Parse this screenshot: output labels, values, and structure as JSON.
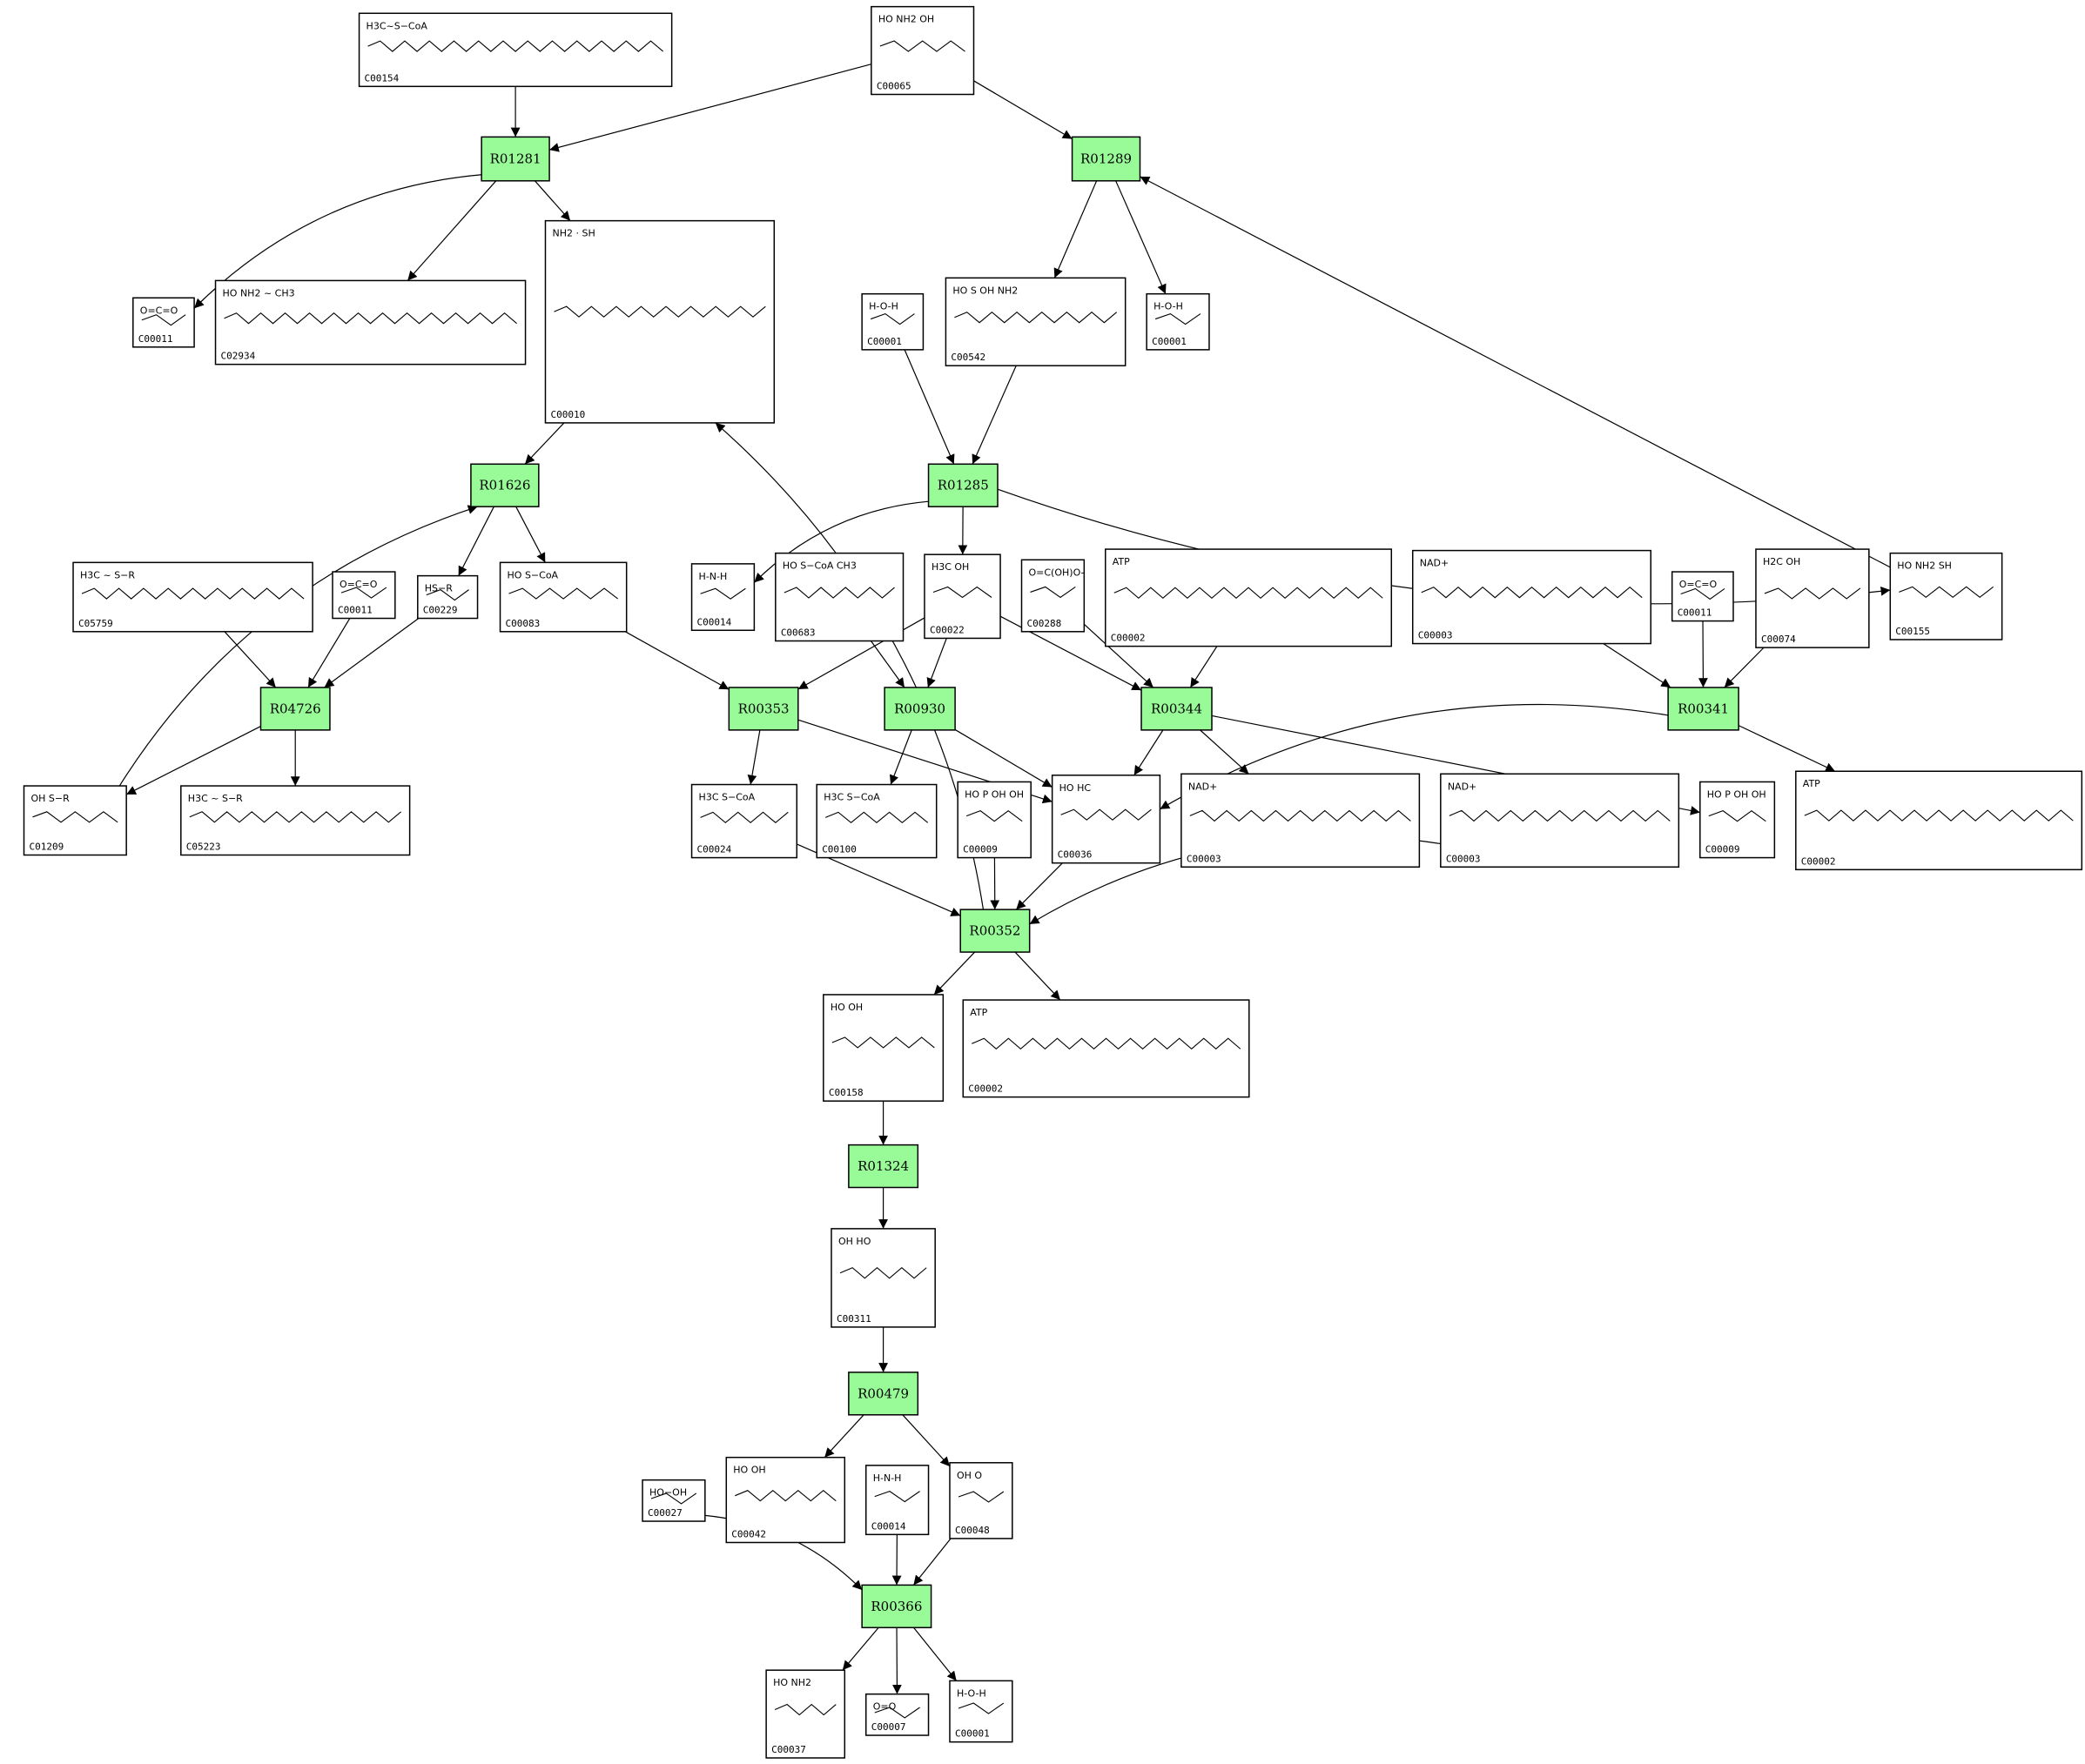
{
  "compounds": [
    {
      "key": "n_c00154",
      "id": "C00154",
      "label": "H3C~S−CoA"
    },
    {
      "key": "n_c00065",
      "id": "C00065",
      "label": "HO NH2 OH"
    },
    {
      "key": "n_c00011_a",
      "id": "C00011",
      "label": "O=C=O"
    },
    {
      "key": "n_c02934",
      "id": "C02934",
      "label": "HO NH2 ~ CH3"
    },
    {
      "key": "n_c00010",
      "id": "C00010",
      "label": "NH2 · SH"
    },
    {
      "key": "n_c00001_a",
      "id": "C00001",
      "label": "H-O-H"
    },
    {
      "key": "n_c00542",
      "id": "C00542",
      "label": "HO S OH NH2"
    },
    {
      "key": "n_c00001_b",
      "id": "C00001",
      "label": "H-O-H"
    },
    {
      "key": "n_c05759",
      "id": "C05759",
      "label": "H3C ~ S−R"
    },
    {
      "key": "n_c00011_b",
      "id": "C00011",
      "label": "O=C=O"
    },
    {
      "key": "n_c00229",
      "id": "C00229",
      "label": "HS−R"
    },
    {
      "key": "n_c00083",
      "id": "C00083",
      "label": "HO S−CoA"
    },
    {
      "key": "n_c00014_a",
      "id": "C00014",
      "label": "H-N-H"
    },
    {
      "key": "n_c00683",
      "id": "C00683",
      "label": "HO S−CoA CH3"
    },
    {
      "key": "n_c00022",
      "id": "C00022",
      "label": "H3C OH"
    },
    {
      "key": "n_c00288",
      "id": "C00288",
      "label": "O=C(OH)O-"
    },
    {
      "key": "n_c00002_a",
      "id": "C00002",
      "label": "ATP"
    },
    {
      "key": "n_c00003_a",
      "id": "C00003",
      "label": "NAD+"
    },
    {
      "key": "n_c00011_c",
      "id": "C00011",
      "label": "O=C=O"
    },
    {
      "key": "n_c00074",
      "id": "C00074",
      "label": "H2C OH"
    },
    {
      "key": "n_c00155",
      "id": "C00155",
      "label": "HO NH2 SH"
    },
    {
      "key": "n_c01209",
      "id": "C01209",
      "label": "OH S−R"
    },
    {
      "key": "n_c05223",
      "id": "C05223",
      "label": "H3C ~ S−R"
    },
    {
      "key": "n_c00024",
      "id": "C00024",
      "label": "H3C S−CoA"
    },
    {
      "key": "n_c00100",
      "id": "C00100",
      "label": "H3C S−CoA"
    },
    {
      "key": "n_c00009_a",
      "id": "C00009",
      "label": "HO P OH OH"
    },
    {
      "key": "n_c00036",
      "id": "C00036",
      "label": "HO HC"
    },
    {
      "key": "n_c00003_b",
      "id": "C00003",
      "label": "NAD+"
    },
    {
      "key": "n_c00003_c",
      "id": "C00003",
      "label": "NAD+"
    },
    {
      "key": "n_c00009_b",
      "id": "C00009",
      "label": "HO P OH OH"
    },
    {
      "key": "n_c00002_b",
      "id": "C00002",
      "label": "ATP"
    },
    {
      "key": "n_c00158",
      "id": "C00158",
      "label": "HO OH"
    },
    {
      "key": "n_c00002_c",
      "id": "C00002",
      "label": "ATP"
    },
    {
      "key": "n_c00311",
      "id": "C00311",
      "label": "OH HO"
    },
    {
      "key": "n_c00027",
      "id": "C00027",
      "label": "HO−OH"
    },
    {
      "key": "n_c00042",
      "id": "C00042",
      "label": "HO OH"
    },
    {
      "key": "n_c00014_b",
      "id": "C00014",
      "label": "H-N-H"
    },
    {
      "key": "n_c00048",
      "id": "C00048",
      "label": "OH O"
    },
    {
      "key": "n_c00037",
      "id": "C00037",
      "label": "HO NH2"
    },
    {
      "key": "n_c00007",
      "id": "C00007",
      "label": "O=O"
    },
    {
      "key": "n_c00001_c",
      "id": "C00001",
      "label": "H-O-H"
    }
  ],
  "reactions": [
    {
      "key": "r_r01281",
      "id": "R01281"
    },
    {
      "key": "r_r01289",
      "id": "R01289"
    },
    {
      "key": "r_r01626",
      "id": "R01626"
    },
    {
      "key": "r_r01285",
      "id": "R01285"
    },
    {
      "key": "r_r04726",
      "id": "R04726"
    },
    {
      "key": "r_r00353",
      "id": "R00353"
    },
    {
      "key": "r_r00930",
      "id": "R00930"
    },
    {
      "key": "r_r00344",
      "id": "R00344"
    },
    {
      "key": "r_r00341",
      "id": "R00341"
    },
    {
      "key": "r_r00352",
      "id": "R00352"
    },
    {
      "key": "r_r01324",
      "id": "R01324"
    },
    {
      "key": "r_r00479",
      "id": "R00479"
    },
    {
      "key": "r_r00366",
      "id": "R00366"
    }
  ],
  "edges": [
    [
      "n_c00154",
      "r_r01281"
    ],
    [
      "n_c00065",
      "r_r01281"
    ],
    [
      "r_r01281",
      "n_c00011_a"
    ],
    [
      "r_r01281",
      "n_c02934"
    ],
    [
      "r_r01281",
      "n_c00010"
    ],
    [
      "n_c00065",
      "r_r01289"
    ],
    [
      "r_r01289",
      "n_c00542"
    ],
    [
      "r_r01289",
      "n_c00001_b"
    ],
    [
      "n_c00155",
      "r_r01289"
    ],
    [
      "n_c00001_a",
      "r_r01285"
    ],
    [
      "n_c00542",
      "r_r01285"
    ],
    [
      "r_r01285",
      "n_c00014_a"
    ],
    [
      "r_r01285",
      "n_c00022"
    ],
    [
      "r_r01285",
      "n_c00155"
    ],
    [
      "n_c00010",
      "r_r01626"
    ],
    [
      "n_c01209",
      "r_r01626"
    ],
    [
      "r_r01626",
      "n_c00229"
    ],
    [
      "r_r01626",
      "n_c00083"
    ],
    [
      "n_c05759",
      "r_r04726"
    ],
    [
      "n_c00011_b",
      "r_r04726"
    ],
    [
      "n_c00229",
      "r_r04726"
    ],
    [
      "r_r04726",
      "n_c01209"
    ],
    [
      "r_r04726",
      "n_c05223"
    ],
    [
      "n_c00083",
      "r_r00353"
    ],
    [
      "n_c00022",
      "r_r00353"
    ],
    [
      "r_r00353",
      "n_c00024"
    ],
    [
      "r_r00353",
      "n_c00036"
    ],
    [
      "n_c00683",
      "r_r00930"
    ],
    [
      "n_c00022",
      "r_r00930"
    ],
    [
      "r_r00930",
      "n_c00100"
    ],
    [
      "r_r00930",
      "n_c00036"
    ],
    [
      "n_c00022",
      "r_r00344"
    ],
    [
      "n_c00288",
      "r_r00344"
    ],
    [
      "n_c00002_a",
      "r_r00344"
    ],
    [
      "r_r00344",
      "n_c00036"
    ],
    [
      "r_r00344",
      "n_c00003_b"
    ],
    [
      "r_r00344",
      "n_c00009_b"
    ],
    [
      "n_c00003_a",
      "r_r00341"
    ],
    [
      "n_c00011_c",
      "r_r00341"
    ],
    [
      "n_c00074",
      "r_r00341"
    ],
    [
      "r_r00341",
      "n_c00036"
    ],
    [
      "r_r00341",
      "n_c00002_b"
    ],
    [
      "n_c00024",
      "r_r00352"
    ],
    [
      "n_c00009_a",
      "r_r00352"
    ],
    [
      "n_c00036",
      "r_r00352"
    ],
    [
      "n_c00003_c",
      "r_r00352"
    ],
    [
      "r_r00352",
      "n_c00010"
    ],
    [
      "r_r00352",
      "n_c00158"
    ],
    [
      "r_r00352",
      "n_c00002_c"
    ],
    [
      "n_c00158",
      "r_r01324"
    ],
    [
      "r_r01324",
      "n_c00311"
    ],
    [
      "n_c00311",
      "r_r00479"
    ],
    [
      "r_r00479",
      "n_c00042"
    ],
    [
      "r_r00479",
      "n_c00048"
    ],
    [
      "n_c00027",
      "r_r00366"
    ],
    [
      "n_c00014_b",
      "r_r00366"
    ],
    [
      "n_c00048",
      "r_r00366"
    ],
    [
      "r_r00366",
      "n_c00037"
    ],
    [
      "r_r00366",
      "n_c00007"
    ],
    [
      "r_r00366",
      "n_c00001_c"
    ]
  ]
}
